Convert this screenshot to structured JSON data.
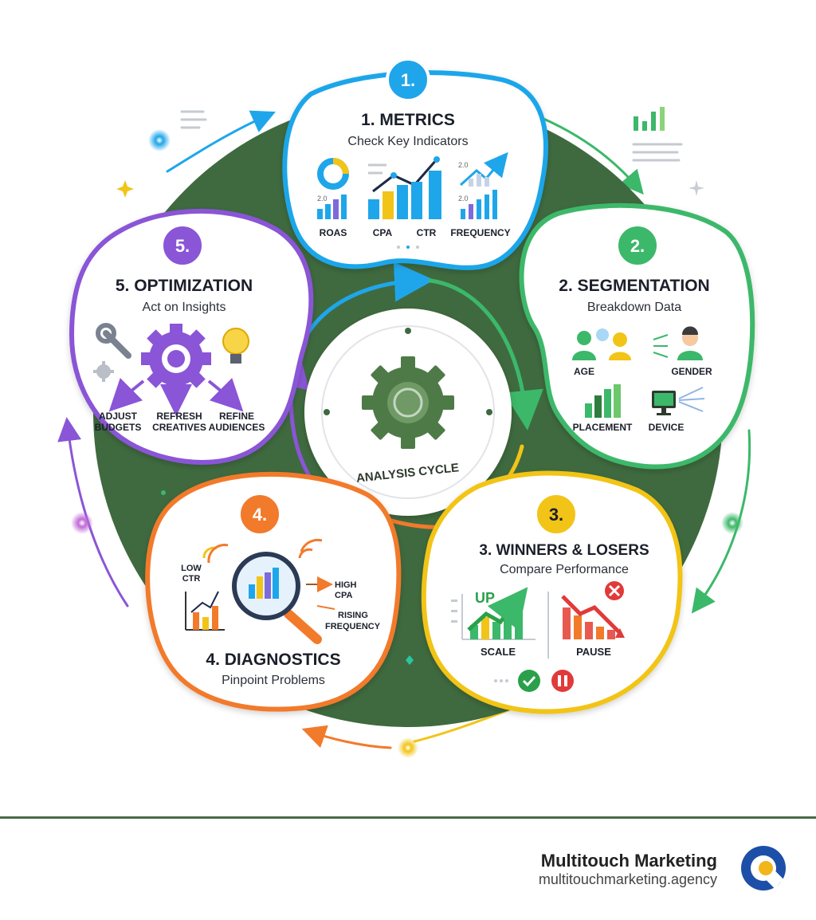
{
  "center": {
    "label": "ANALYSIS CYCLE"
  },
  "steps": [
    {
      "number": "1.",
      "title": "1. METRICS",
      "subtitle": "Check Key Indicators",
      "items": [
        "ROAS",
        "CPA",
        "CTR",
        "FREQUENCY"
      ],
      "mini_labels": [
        "2.0",
        "2.0",
        "2.0"
      ],
      "color": "#1fa6ea"
    },
    {
      "number": "2.",
      "title": "2. SEGMENTATION",
      "subtitle": "Breakdown Data",
      "items": [
        "AGE",
        "GENDER",
        "PLACEMENT",
        "DEVICE"
      ],
      "color": "#3cb86a"
    },
    {
      "number": "3.",
      "title": "3. WINNERS & LOSERS",
      "subtitle": "Compare Performance",
      "items": [
        "UP",
        "SCALE",
        "PAUSE"
      ],
      "color": "#f2c417"
    },
    {
      "number": "4.",
      "title": "4. DIAGNOSTICS",
      "subtitle": "Pinpoint Problems",
      "items": [
        "LOW",
        "CTR",
        "HIGH",
        "CPA",
        "RISING",
        "FREQUENCY"
      ],
      "color": "#f27a2b"
    },
    {
      "number": "5.",
      "title": "5. OPTIMIZATION",
      "subtitle": "Act on Insights",
      "items": [
        "ADJUST",
        "BUDGETS",
        "REFRESH",
        "CREATIVES",
        "REFINE",
        "AUDIENCES"
      ],
      "color": "#8a55d6"
    }
  ],
  "colors": {
    "ring": "#3f6a3f",
    "metrics": "#1fa6ea",
    "segmentation": "#3cb86a",
    "winners": "#f2c417",
    "diagnostics": "#f27a2b",
    "optimization": "#8a55d6",
    "gear": "#4e7a48"
  },
  "icons": [
    "donut-chart-icon",
    "bar-chart-icon",
    "line-chart-icon",
    "people-icon",
    "person-icon",
    "monitor-icon",
    "magnifier-icon",
    "wrench-icon",
    "gear-icon",
    "lightbulb-icon",
    "check-icon",
    "pause-icon",
    "close-icon"
  ],
  "footer": {
    "brand": "Multitouch Marketing",
    "url": "multitouchmarketing.agency"
  }
}
